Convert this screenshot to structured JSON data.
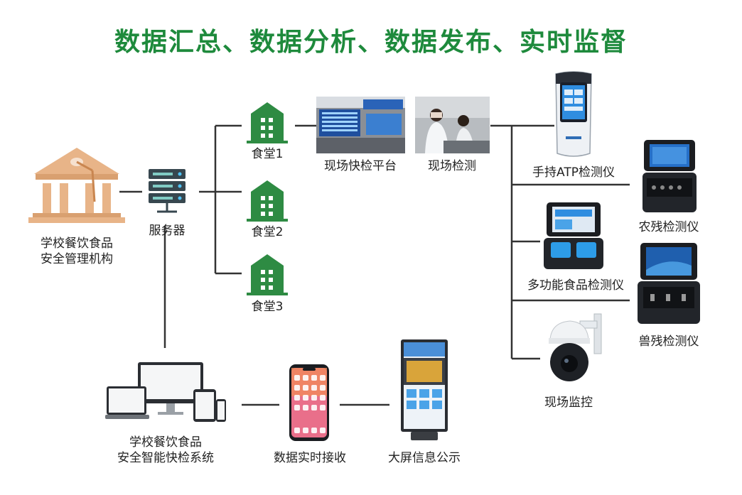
{
  "title": "数据汇总、数据分析、数据发布、实时监督",
  "colors": {
    "accent": "#1e8a3c",
    "line": "#333333",
    "building": "#2e8b43",
    "school": "#e8b488"
  },
  "nodes": {
    "authority": {
      "line1": "学校餐饮食品",
      "line2": "安全管理机构",
      "icon": "school-building-icon"
    },
    "server": {
      "label": "服务器",
      "icon": "server-icon"
    },
    "canteen1": {
      "label": "食堂1",
      "icon": "canteen-building-icon"
    },
    "canteen2": {
      "label": "食堂2",
      "icon": "canteen-building-icon"
    },
    "canteen3": {
      "label": "食堂3",
      "icon": "canteen-building-icon"
    },
    "platform": {
      "label": "现场快检平台"
    },
    "onsite_test": {
      "label": "现场检测"
    },
    "atp": {
      "label": "手持ATP检测仪"
    },
    "pesticide": {
      "label": "农残检测仪"
    },
    "multi": {
      "label": "多功能食品检测仪"
    },
    "vet": {
      "label": "兽残检测仪"
    },
    "camera": {
      "label": "现场监控"
    },
    "system": {
      "line1": "学校餐饮食品",
      "line2": "安全智能快检系统"
    },
    "phone": {
      "label": "数据实时接收"
    },
    "screen": {
      "label": "大屏信息公示"
    }
  }
}
